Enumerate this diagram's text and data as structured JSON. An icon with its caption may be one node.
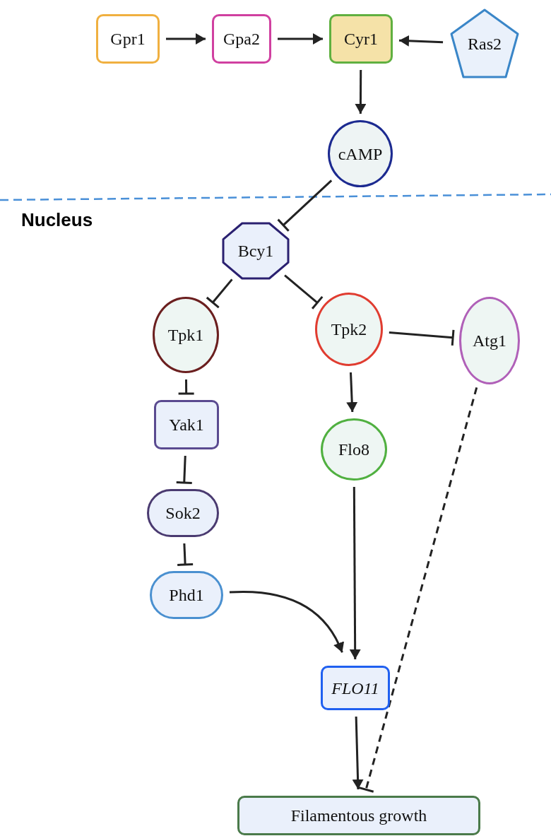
{
  "diagram": {
    "nodes": [
      {
        "text": [
          "Gpr1"
        ]
      },
      {
        "text": [
          "Gpa2"
        ]
      },
      {
        "text": [
          "Cyr1"
        ]
      },
      {
        "text": [
          "Ras2"
        ]
      },
      {
        "text": [
          "cAMP"
        ]
      },
      {
        "text": [
          "Bcy1"
        ]
      },
      {
        "text": [
          "Tpk1"
        ]
      },
      {
        "text": [
          "Tpk2"
        ]
      },
      {
        "text": [
          "Atg1"
        ]
      },
      {
        "text": [
          "Yak1"
        ]
      },
      {
        "text": [
          "Flo8"
        ]
      },
      {
        "text": [
          "Sok2"
        ]
      },
      {
        "text": [
          "Phd1"
        ]
      },
      {
        "text": [
          "FLO11"
        ]
      },
      {
        "text": [
          "Filamentous growth"
        ]
      }
    ],
    "edges": [
      {
        "from": 0,
        "to": 1,
        "arrow": "to"
      },
      {
        "from": 1,
        "to": 2,
        "arrow": "to"
      },
      {
        "from": 3,
        "to": 2,
        "arrow": "to"
      },
      {
        "from": 2,
        "to": 4,
        "arrow": "to"
      },
      {
        "from": 4,
        "to": 5,
        "arrow": "other"
      },
      {
        "from": 5,
        "to": 6,
        "arrow": "other"
      },
      {
        "from": 5,
        "to": 7,
        "arrow": "other"
      },
      {
        "from": 7,
        "to": 8,
        "arrow": "other"
      },
      {
        "from": 6,
        "to": 9,
        "arrow": "other"
      },
      {
        "from": 9,
        "to": 11,
        "arrow": "other"
      },
      {
        "from": 11,
        "to": 12,
        "arrow": "other"
      },
      {
        "from": 7,
        "to": 10,
        "arrow": "to"
      },
      {
        "from": 12,
        "to": 13,
        "arrow": "to"
      },
      {
        "from": 10,
        "to": 13,
        "arrow": "to"
      },
      {
        "from": 13,
        "to": 14,
        "arrow": "to"
      },
      {
        "from": 8,
        "to": 14,
        "arrow": "other",
        "style": "dashed"
      }
    ],
    "labels": [
      "Nucleus"
    ]
  }
}
